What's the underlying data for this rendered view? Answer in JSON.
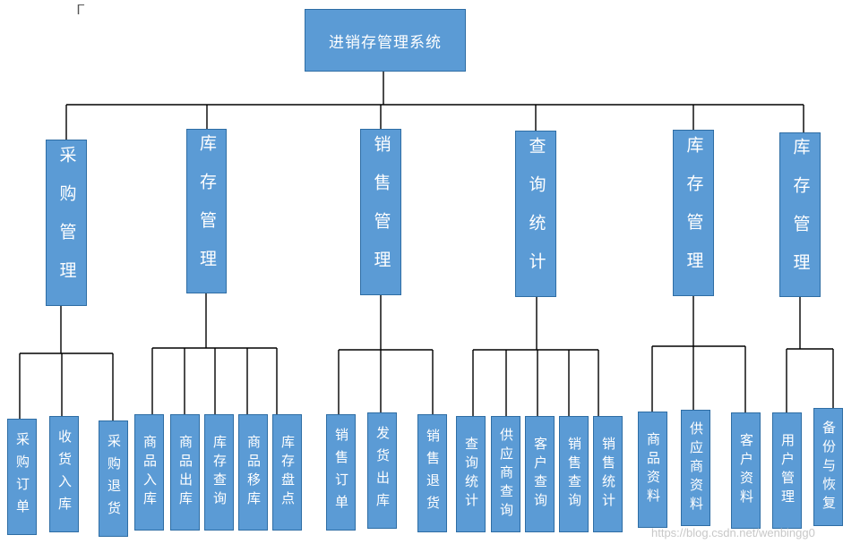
{
  "title": "进销存管理系统",
  "modules": [
    {
      "label": "采购管理",
      "children": [
        "采购订单",
        "收货入库",
        "采购退货"
      ]
    },
    {
      "label": "库存管理",
      "children": [
        "商品入库",
        "商品出库",
        "库存查询",
        "商品移库",
        "库存盘点"
      ]
    },
    {
      "label": "销售管理",
      "children": [
        "销售订单",
        "发货出库",
        "销售退货"
      ]
    },
    {
      "label": "查询统计",
      "children": [
        "查询统计",
        "供应商查询",
        "客户查询",
        "销售查询",
        "销售统计"
      ]
    },
    {
      "label": "库存管理",
      "children": [
        "商品资料",
        "供应商资料",
        "客户资料"
      ]
    },
    {
      "label": "库存管理",
      "children": [
        "用户管理",
        "备份与恢复"
      ]
    }
  ],
  "colors": {
    "box_fill": "#5b9bd5",
    "box_border": "#2e6da4",
    "connector": "#000000"
  },
  "cursor_mark": "Ꮁ",
  "watermark": "https://blog.csdn.net/wenbingg0"
}
